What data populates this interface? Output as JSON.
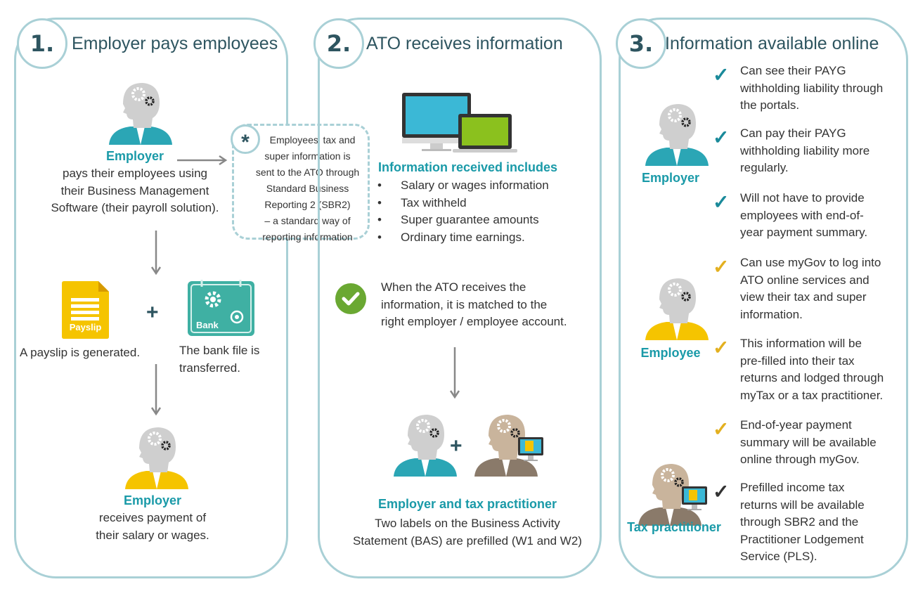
{
  "colors": {
    "border": "#a9d0d6",
    "title": "#2e5560",
    "teal": "#1a9aa8",
    "employer_shoulders": "#2ba6b5",
    "employee_shoulders": "#f5c400",
    "practitioner_shoulders": "#8a7a6a",
    "check_employer": "#1a8a9a",
    "check_employee": "#e3b020",
    "check_practitioner": "#333333",
    "success": "#6aa832"
  },
  "panel1": {
    "number": "1.",
    "title": "Employer pays employees",
    "employer_label": "Employer",
    "employer_text": [
      "pays their employees using",
      "their Business Management",
      "Software (their payroll solution)."
    ],
    "note_icon": "asterisk-icon",
    "note_symbol": "*",
    "note_text": [
      "Employees' tax and",
      "super information is",
      "sent to the ATO through",
      "Standard Business",
      "Reporting 2 (SBR2)",
      "– a standard way of",
      "reporting information"
    ],
    "payslip_icon_label": "Payslip",
    "plus": "+",
    "bank_icon_label": "Bank",
    "payslip_text": "A payslip is generated.",
    "bank_text": [
      "The bank file is",
      "transferred."
    ],
    "employee_label": "Employer",
    "employee_text": [
      "receives payment of",
      "their salary or wages."
    ]
  },
  "panel2": {
    "number": "2.",
    "title": "ATO receives information",
    "includes_heading": "Information received includes",
    "bullets": [
      "Salary or wages information",
      "Tax withheld",
      "Super guarantee amounts",
      "Ordinary time earnings."
    ],
    "match_text": [
      "When the ATO receives the",
      "information, it is matched to the",
      "right employer / employee account."
    ],
    "plus": "+",
    "practitioner_heading": "Employer and tax practitioner",
    "practitioner_text": [
      "Two labels on the Business Activity",
      "Statement (BAS) are prefilled (W1 and W2)"
    ]
  },
  "panel3": {
    "number": "3.",
    "title": "Information available online",
    "employer_label": "Employer",
    "employee_label": "Employee",
    "practitioner_label": "Tax practitioner",
    "check_symbol": "✓",
    "items": [
      {
        "group": "employer",
        "lines": [
          "Can see their PAYG",
          "withholding liability through",
          "the portals."
        ]
      },
      {
        "group": "employer",
        "lines": [
          "Can pay their PAYG",
          "withholding liability more",
          "regularly."
        ]
      },
      {
        "group": "employer",
        "lines": [
          "Will not have to provide",
          "employees with end-of-",
          "year payment summary."
        ]
      },
      {
        "group": "employee",
        "lines": [
          "Can use myGov to log into",
          "ATO online services and",
          "view their tax and super",
          "information."
        ]
      },
      {
        "group": "employee",
        "lines": [
          "This information will be",
          "pre-filled into their tax",
          "returns and lodged through",
          "myTax or a tax practitioner."
        ]
      },
      {
        "group": "employee",
        "lines": [
          "End-of-year payment",
          "summary will be available",
          "online through myGov."
        ]
      },
      {
        "group": "practitioner",
        "lines": [
          "Prefilled income tax",
          "returns will be available",
          "through SBR2 and the",
          "Practitioner Lodgement",
          "Service (PLS)."
        ]
      }
    ]
  }
}
